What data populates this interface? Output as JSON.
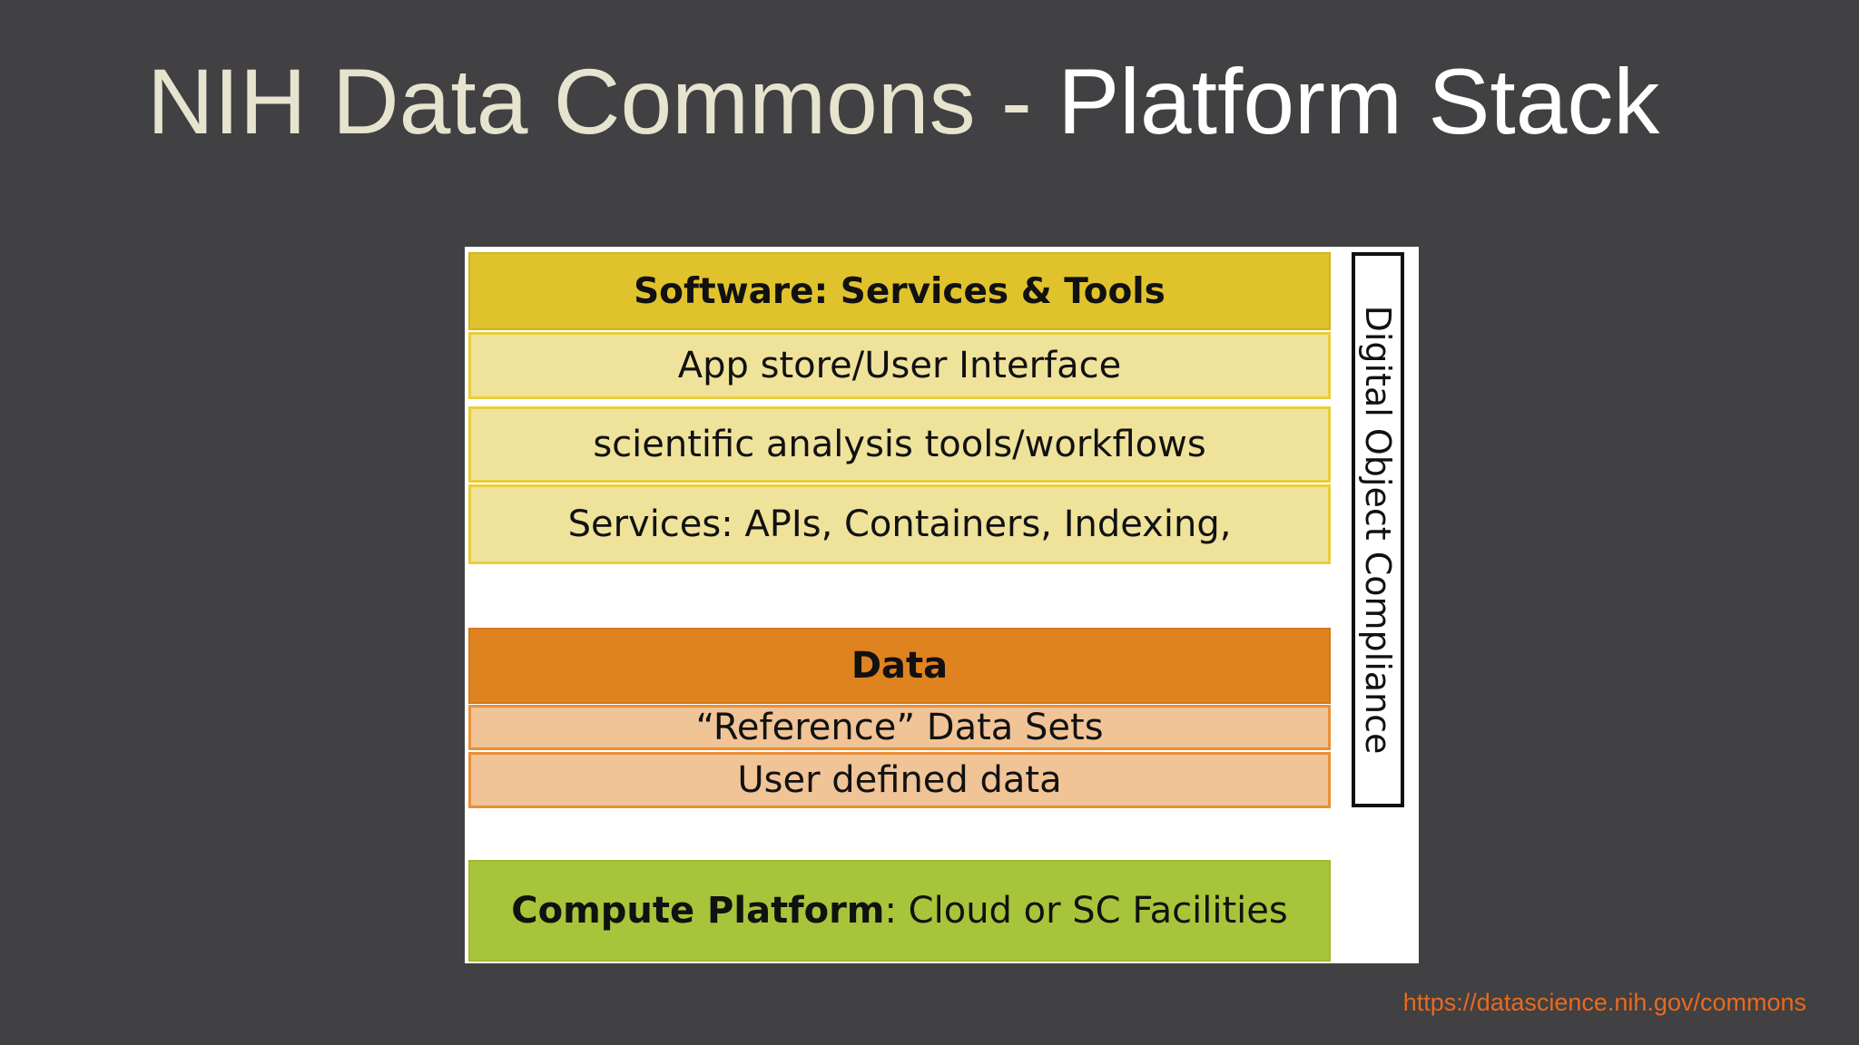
{
  "slide": {
    "title_part1": "NIH Data Commons - ",
    "title_part2": "Platform Stack",
    "source_url": "https://datascience.nih.gov/commons"
  },
  "diagram": {
    "software": {
      "header": "Software: Services & Tools",
      "rows": [
        "App store/User Interface",
        "scientific analysis tools/workflows",
        "Services:  APIs, Containers, Indexing,"
      ]
    },
    "data": {
      "header": "Data",
      "rows": [
        "“Reference” Data Sets",
        "User defined data"
      ]
    },
    "compute": {
      "label_bold": "Compute Platform",
      "label_rest": ": Cloud or SC Facilities"
    },
    "compliance_label": "Digital Object Compliance"
  },
  "colors": {
    "background": "#414042",
    "software_header": "#e0c22c",
    "software_rows": "#efe29a",
    "data_header": "#df8220",
    "data_rows": "#f0c497",
    "compute": "#a8c43a",
    "url_text": "#e86a1e"
  }
}
